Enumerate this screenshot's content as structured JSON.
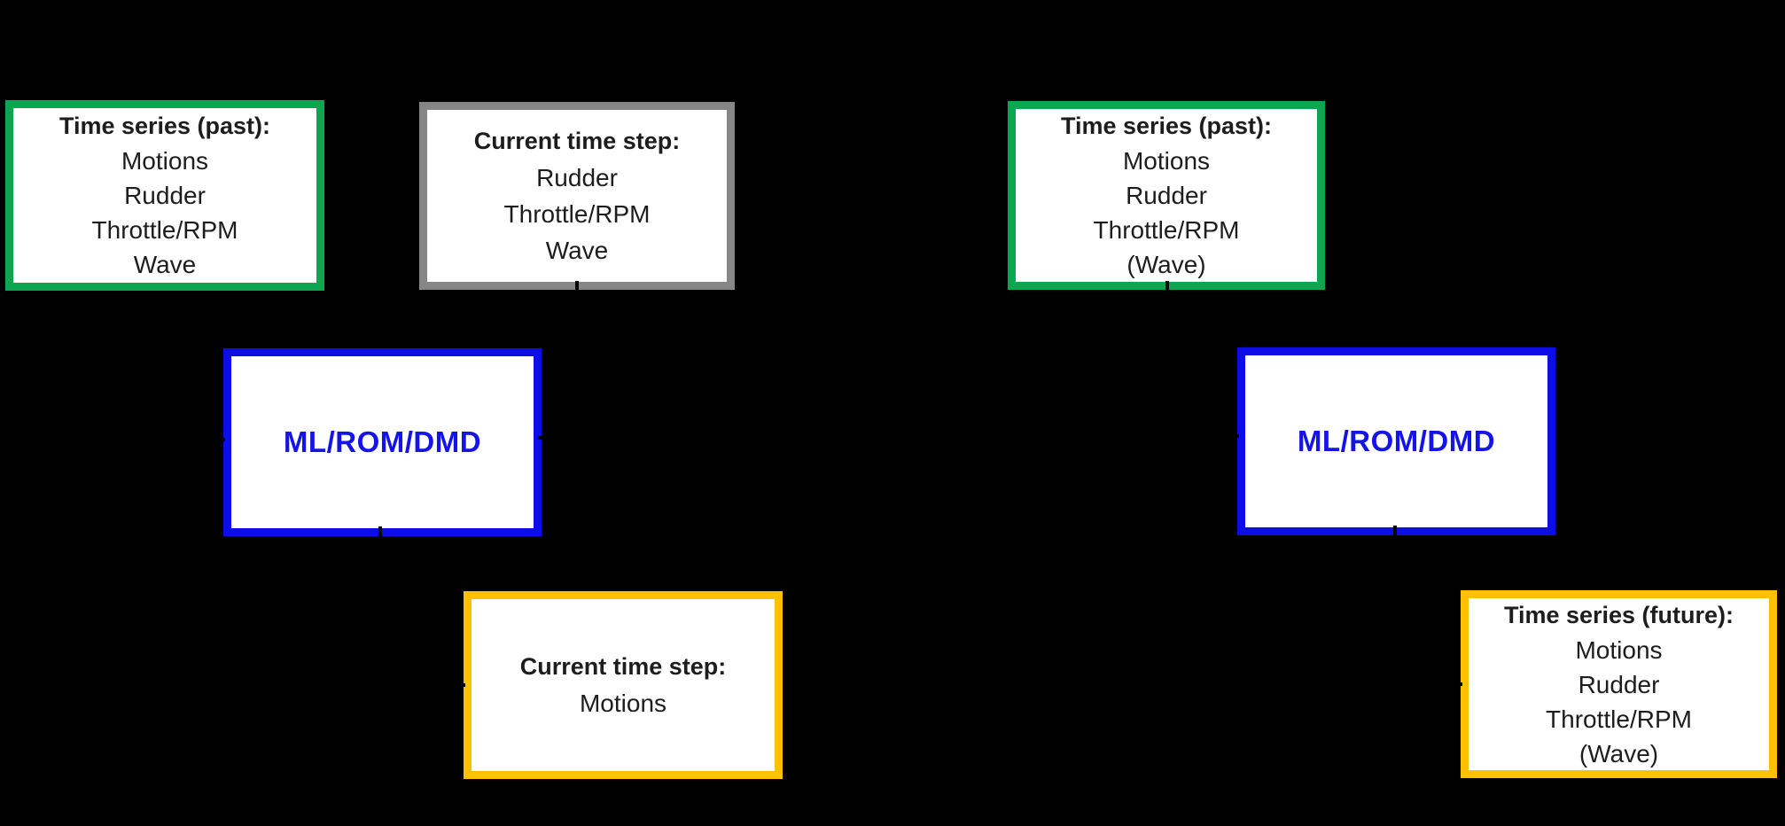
{
  "diagram": {
    "background_color": "#000000",
    "box_fill_color": "#ffffff",
    "text_color": "#1d1d1d",
    "border_colors": {
      "past_inputs": "#0ba64f",
      "current_inputs": "#868686",
      "model": "#0d0de8",
      "outputs": "#ffc000"
    },
    "left": {
      "past": {
        "title": "Time series (past):",
        "items": [
          "Motions",
          "Rudder",
          "Throttle/RPM",
          "Wave"
        ]
      },
      "current_inputs": {
        "title": "Current time step:",
        "items": [
          "Rudder",
          "Throttle/RPM",
          "Wave"
        ]
      },
      "model": {
        "label": "ML/ROM/DMD",
        "label_color": "#1414e8"
      },
      "current_output": {
        "title": "Current time step:",
        "items": [
          "Motions"
        ]
      }
    },
    "right": {
      "past": {
        "title": "Time series (past):",
        "items": [
          "Motions",
          "Rudder",
          "Throttle/RPM",
          "(Wave)"
        ]
      },
      "model": {
        "label": "ML/ROM/DMD",
        "label_color": "#1414e8"
      },
      "future": {
        "title": "Time series (future):",
        "items": [
          "Motions",
          "Rudder",
          "Throttle/RPM",
          "(Wave)"
        ]
      }
    }
  }
}
